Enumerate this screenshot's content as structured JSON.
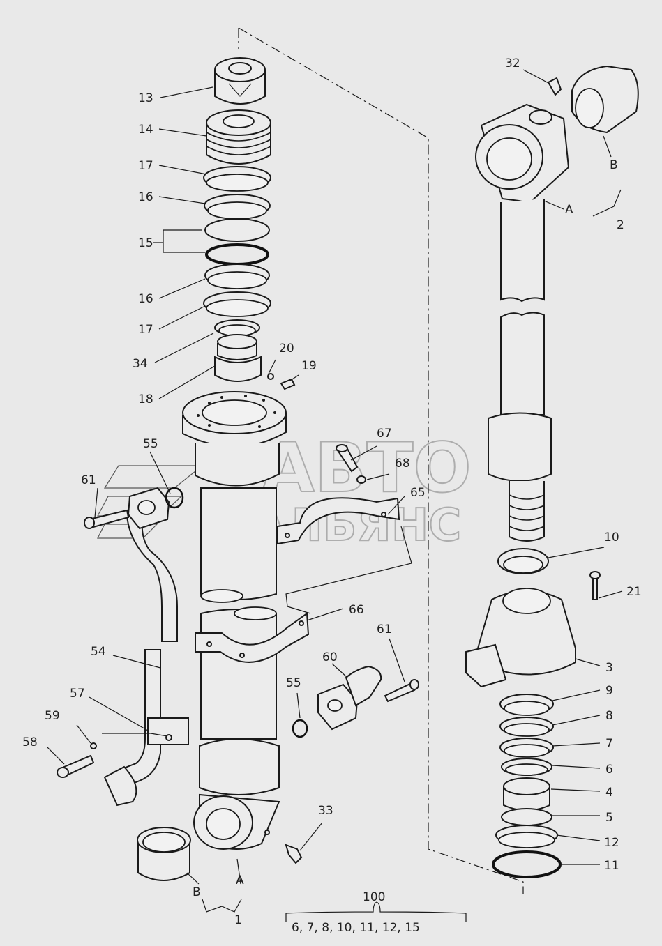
{
  "watermark": {
    "line1": "АВТО",
    "line2": "АЛЬЯНС"
  },
  "labels": {
    "p13": "13",
    "p14": "14",
    "p17a": "17",
    "p16a": "16",
    "p15": "15",
    "p16b": "16",
    "p17b": "17",
    "p34": "34",
    "p18": "18",
    "p20": "20",
    "p19": "19",
    "p55a": "55",
    "p61a": "61",
    "p67": "67",
    "p68": "68",
    "p65": "65",
    "p66": "66",
    "p54": "54",
    "p57": "57",
    "p59": "59",
    "p58": "58",
    "p60": "60",
    "p61b": "61",
    "p55b": "55",
    "p33": "33",
    "pA1": "A",
    "pB1": "B",
    "p1": "1",
    "p100": "100",
    "kit": "6, 7, 8, 10, 11, 12, 15",
    "p32": "32",
    "pB2": "B",
    "pA2": "A",
    "p2": "2",
    "p10": "10",
    "p21": "21",
    "p3": "3",
    "p9": "9",
    "p8": "8",
    "p7": "7",
    "p6": "6",
    "p4": "4",
    "p5": "5",
    "p12": "12",
    "p11": "11"
  }
}
